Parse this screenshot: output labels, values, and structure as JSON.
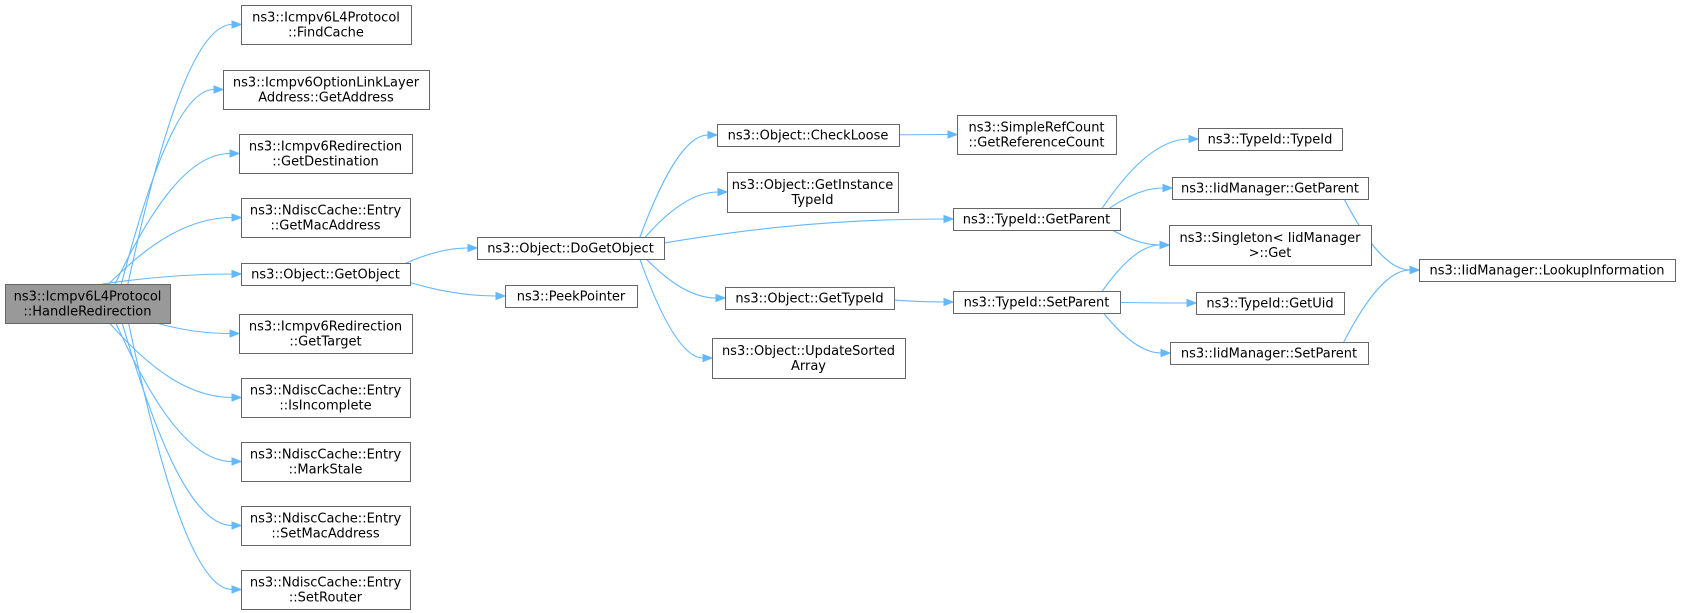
{
  "diagram": {
    "accent_color": "#63b8ff",
    "root_fill": "#999999",
    "node_stroke": "#666666",
    "nodes": [
      {
        "id": "root",
        "lines": [
          "ns3::Icmpv6L4Protocol",
          "::HandleRedirection"
        ],
        "root": true
      },
      {
        "id": "findcache",
        "lines": [
          "ns3::Icmpv6L4Protocol",
          "::FindCache"
        ]
      },
      {
        "id": "getaddress",
        "lines": [
          "ns3::Icmpv6OptionLinkLayer",
          "Address::GetAddress"
        ]
      },
      {
        "id": "getdestination",
        "lines": [
          "ns3::Icmpv6Redirection",
          "::GetDestination"
        ]
      },
      {
        "id": "getmacaddress",
        "lines": [
          "ns3::NdiscCache::Entry",
          "::GetMacAddress"
        ]
      },
      {
        "id": "getobject",
        "lines": [
          "ns3::Object::GetObject"
        ]
      },
      {
        "id": "gettarget",
        "lines": [
          "ns3::Icmpv6Redirection",
          "::GetTarget"
        ]
      },
      {
        "id": "isincomplete",
        "lines": [
          "ns3::NdiscCache::Entry",
          "::IsIncomplete"
        ]
      },
      {
        "id": "markstale",
        "lines": [
          "ns3::NdiscCache::Entry",
          "::MarkStale"
        ]
      },
      {
        "id": "setmacaddress",
        "lines": [
          "ns3::NdiscCache::Entry",
          "::SetMacAddress"
        ]
      },
      {
        "id": "setrouter",
        "lines": [
          "ns3::NdiscCache::Entry",
          "::SetRouter"
        ]
      },
      {
        "id": "dogetobject",
        "lines": [
          "ns3::Object::DoGetObject"
        ]
      },
      {
        "id": "peekpointer",
        "lines": [
          "ns3::PeekPointer"
        ]
      },
      {
        "id": "checkloose",
        "lines": [
          "ns3::Object::CheckLoose"
        ]
      },
      {
        "id": "getinstancetypeid",
        "lines": [
          "ns3::Object::GetInstance",
          "TypeId"
        ]
      },
      {
        "id": "objgettypeid",
        "lines": [
          "ns3::Object::GetTypeId"
        ]
      },
      {
        "id": "updatesortedarray",
        "lines": [
          "ns3::Object::UpdateSorted",
          "Array"
        ]
      },
      {
        "id": "getreferencecount",
        "lines": [
          "ns3::SimpleRefCount",
          "::GetReferenceCount"
        ]
      },
      {
        "id": "typeidgetparent",
        "lines": [
          "ns3::TypeId::GetParent"
        ]
      },
      {
        "id": "typeidsetparent",
        "lines": [
          "ns3::TypeId::SetParent"
        ]
      },
      {
        "id": "typeidtypeid",
        "lines": [
          "ns3::TypeId::TypeId"
        ]
      },
      {
        "id": "iidgetparent",
        "lines": [
          "ns3::IidManager::GetParent"
        ]
      },
      {
        "id": "singletonget",
        "lines": [
          "ns3::Singleton< IidManager",
          " >::Get"
        ]
      },
      {
        "id": "getuid",
        "lines": [
          "ns3::TypeId::GetUid"
        ]
      },
      {
        "id": "iidsetparent",
        "lines": [
          "ns3::IidManager::SetParent"
        ]
      },
      {
        "id": "lookupinformation",
        "lines": [
          "ns3::IidManager::LookupInformation"
        ]
      }
    ],
    "edges": [
      [
        "root",
        "findcache"
      ],
      [
        "root",
        "getaddress"
      ],
      [
        "root",
        "getdestination"
      ],
      [
        "root",
        "getmacaddress"
      ],
      [
        "root",
        "getobject"
      ],
      [
        "root",
        "gettarget"
      ],
      [
        "root",
        "isincomplete"
      ],
      [
        "root",
        "markstale"
      ],
      [
        "root",
        "setmacaddress"
      ],
      [
        "root",
        "setrouter"
      ],
      [
        "getobject",
        "dogetobject"
      ],
      [
        "getobject",
        "peekpointer"
      ],
      [
        "dogetobject",
        "checkloose"
      ],
      [
        "dogetobject",
        "getinstancetypeid"
      ],
      [
        "dogetobject",
        "typeidgetparent"
      ],
      [
        "dogetobject",
        "objgettypeid"
      ],
      [
        "dogetobject",
        "updatesortedarray"
      ],
      [
        "checkloose",
        "getreferencecount"
      ],
      [
        "objgettypeid",
        "typeidsetparent"
      ],
      [
        "typeidgetparent",
        "typeidtypeid"
      ],
      [
        "typeidgetparent",
        "iidgetparent"
      ],
      [
        "typeidgetparent",
        "singletonget"
      ],
      [
        "typeidsetparent",
        "singletonget"
      ],
      [
        "typeidsetparent",
        "getuid"
      ],
      [
        "typeidsetparent",
        "iidsetparent"
      ],
      [
        "iidgetparent",
        "lookupinformation"
      ],
      [
        "iidsetparent",
        "lookupinformation"
      ]
    ]
  }
}
